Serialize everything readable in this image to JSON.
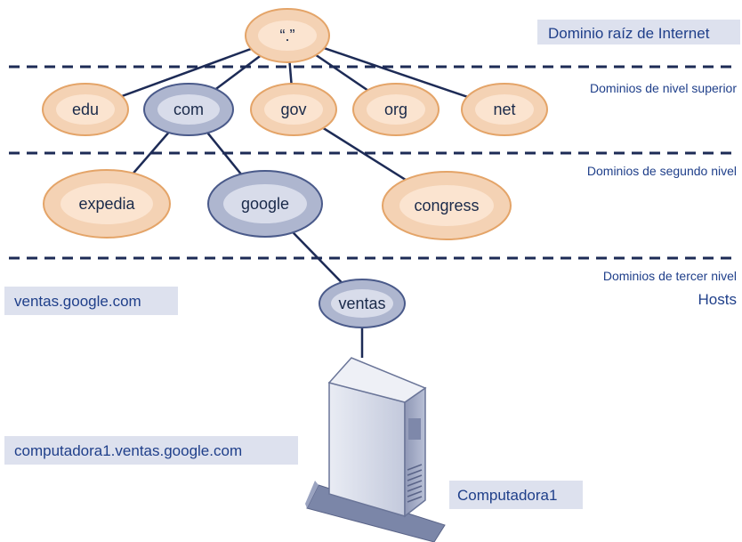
{
  "colors": {
    "orange_fill": "#f4d2b4",
    "orange_ring": "#e4a468",
    "orange_inner": "#fbe4d0",
    "blue_fill": "#aeb6cf",
    "blue_ring": "#4a5a8a",
    "blue_inner": "#d8dcea",
    "dash": "#1d2b56",
    "label_box": "#dde1ee",
    "label_text": "#1f3f8a"
  },
  "levels": {
    "root": "Dominio raíz de Internet",
    "top": "Dominios de nivel superior",
    "second": "Dominios de segundo nivel",
    "third": "Dominios de tercer nivel",
    "hosts": "Hosts"
  },
  "nodes": {
    "root": "“.”",
    "edu": "edu",
    "com": "com",
    "gov": "gov",
    "org": "org",
    "net": "net",
    "expedia": "expedia",
    "google": "google",
    "congress": "congress",
    "ventas": "ventas"
  },
  "examples": {
    "subdomain": "ventas.google.com",
    "host_fqdn": "computadora1.ventas.google.com",
    "host_name": "Computadora1"
  },
  "icons": {
    "server": "server-tower-icon"
  }
}
